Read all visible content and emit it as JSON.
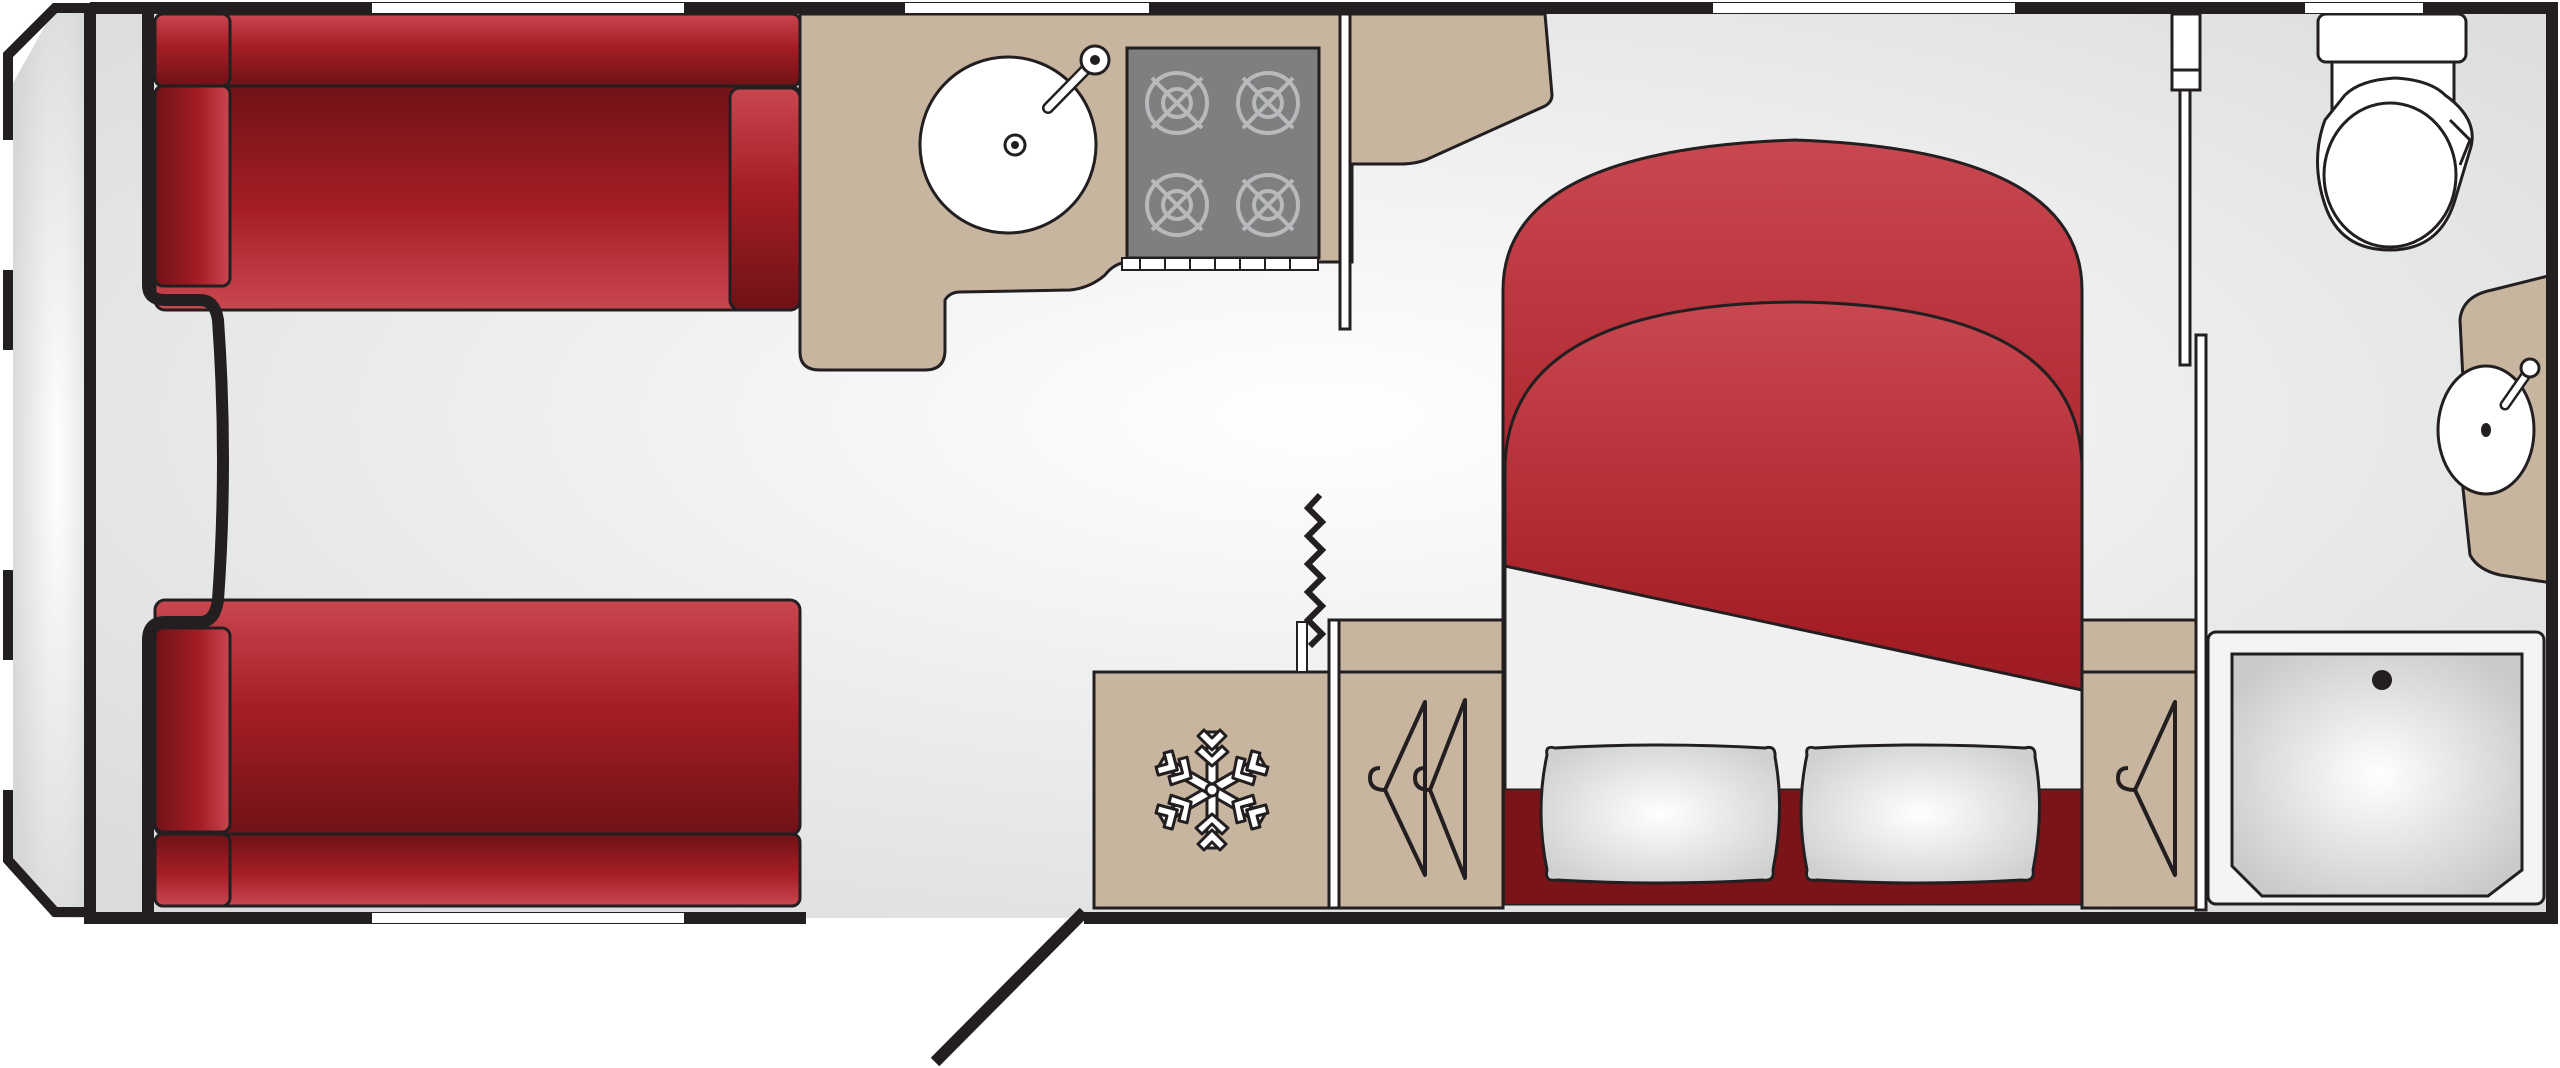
{
  "floorplan": {
    "kind": "caravan-layout",
    "colors": {
      "outline": "#231f20",
      "floor": "#e8e9eb",
      "upholstery": "#b52a33",
      "upholstery_dark": "#7a1419",
      "upholstery_light": "#cc4a52",
      "furniture": "#c8b5a0",
      "hob": "#7d7f81",
      "fixture": "#ffffff"
    },
    "zones": [
      "front-lounge",
      "kitchen",
      "fridge",
      "wardrobe",
      "island-bed",
      "washroom"
    ],
    "icons": {
      "fridge": "snowflake-icon",
      "wardrobe": "coat-hanger-icon",
      "bed": "pillow-icon",
      "washroom_toilet": "toilet-icon",
      "washroom_basin": "washbasin-icon",
      "washroom_shower": "shower-tray-icon",
      "kitchen_sink": "sink-icon",
      "kitchen_hob": "hob-burner-icon"
    }
  }
}
